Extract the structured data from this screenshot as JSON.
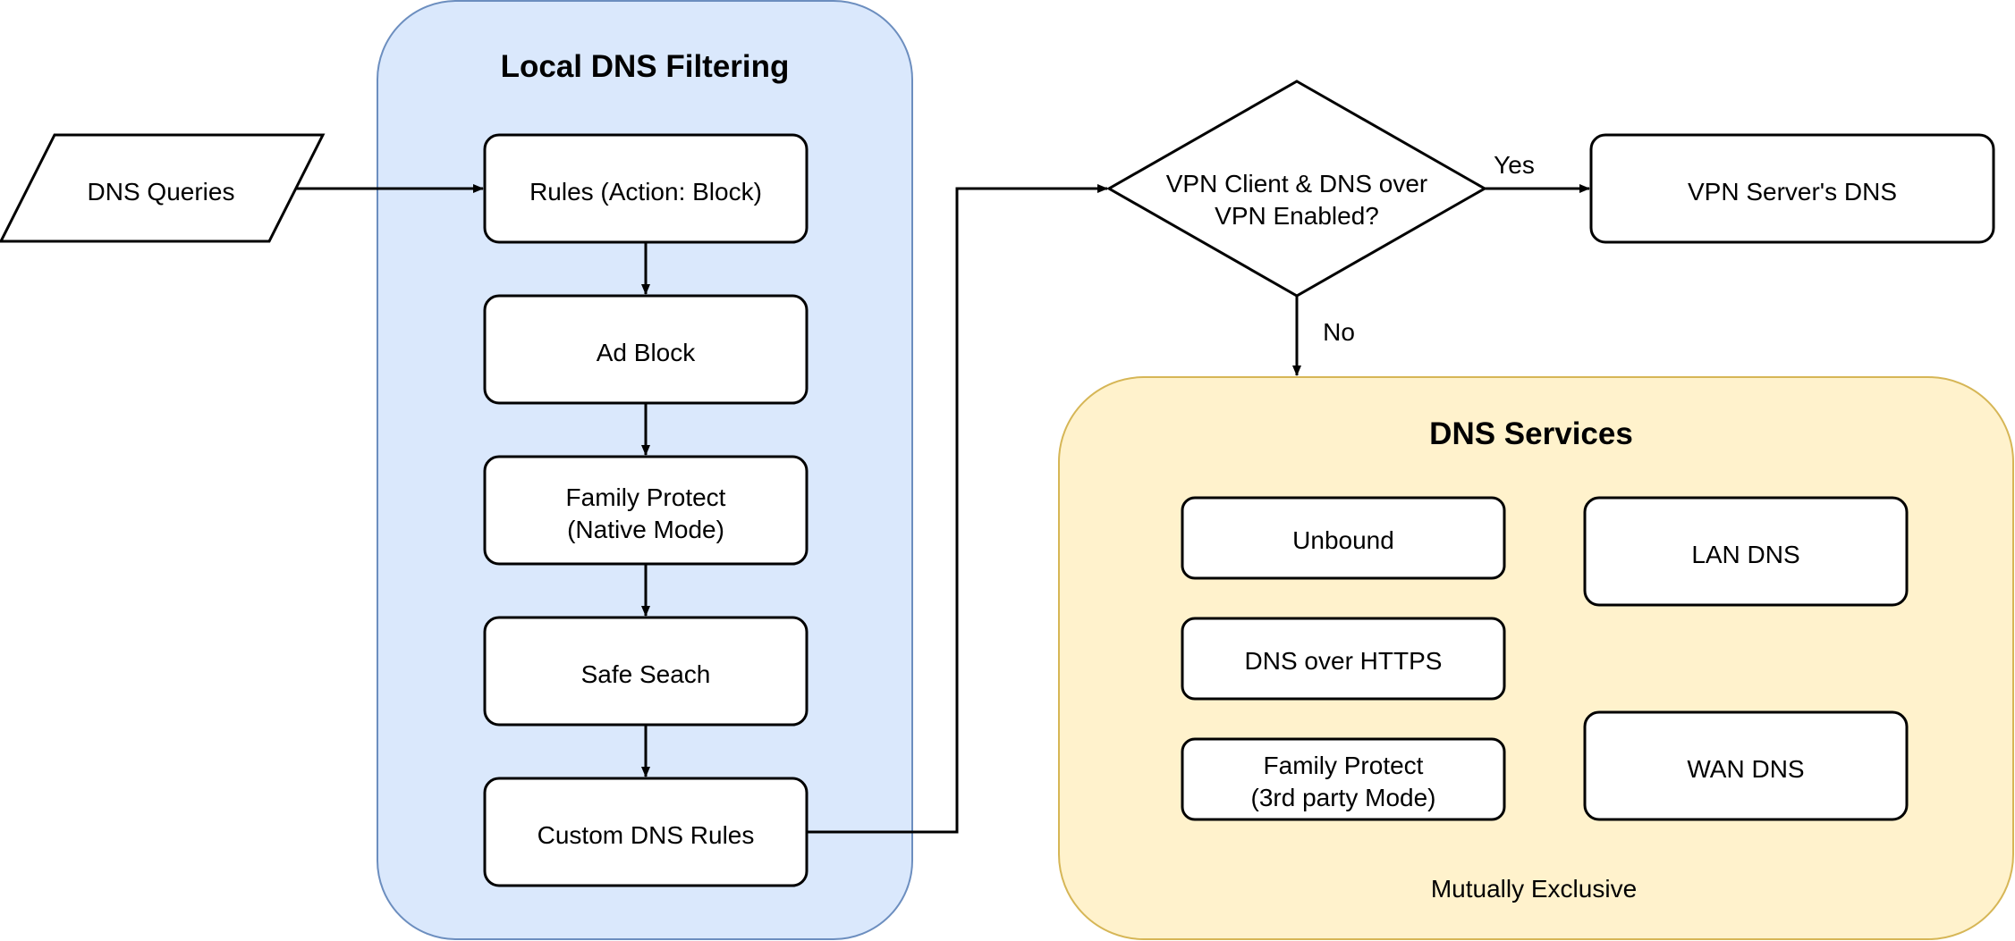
{
  "colors": {
    "filtering_fill": "#dae8fc",
    "filtering_stroke": "#6c8ebf",
    "services_fill": "#fff2cc",
    "services_stroke": "#d6b656"
  },
  "groups": {
    "filtering": {
      "title": "Local DNS Filtering"
    },
    "services": {
      "title": "DNS Services",
      "footer": "Mutually Exclusive"
    }
  },
  "input": {
    "line1": "DNS Queries"
  },
  "filters": {
    "rules": {
      "line1": "Rules (Action: Block)"
    },
    "ad_block": {
      "line1": "Ad Block"
    },
    "family_native": {
      "line1": "Family Protect",
      "line2": "(Native Mode)"
    },
    "safe_search": {
      "line1": "Safe Seach"
    },
    "custom_rules": {
      "line1": "Custom DNS Rules"
    }
  },
  "decision": {
    "line1": "VPN Client & DNS over",
    "line2": "VPN Enabled?",
    "yes_label": "Yes",
    "no_label": "No"
  },
  "vpn_dns": {
    "line1": "VPN Server's DNS"
  },
  "services": {
    "unbound": {
      "line1": "Unbound"
    },
    "doh": {
      "line1": "DNS over HTTPS"
    },
    "family_3rd": {
      "line1": "Family Protect",
      "line2": "(3rd party Mode)"
    },
    "lan_dns": {
      "line1": "LAN DNS"
    },
    "wan_dns": {
      "line1": "WAN DNS"
    }
  }
}
